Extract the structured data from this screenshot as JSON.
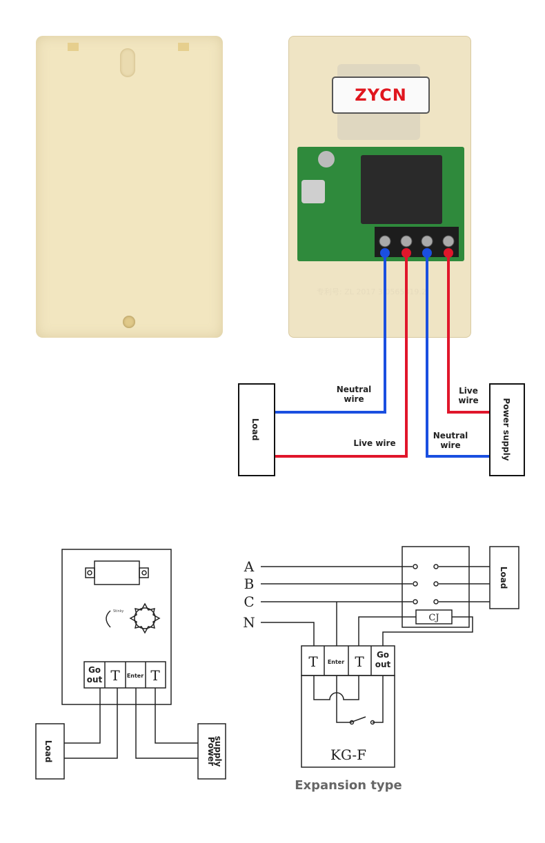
{
  "photo": {
    "brand_logo": "ZYCN",
    "patent_text": "专利号: ZL 2017 3 0565819.2"
  },
  "wiring_photo": {
    "load_label": "Load",
    "power_label": "Power supply",
    "neutral_wire_left": [
      "Neutral",
      "wire"
    ],
    "live_wire_left": "Live wire",
    "live_wire_right": [
      "Live",
      "wire"
    ],
    "neutral_wire_right": [
      "Neutral",
      "wire"
    ],
    "colors": {
      "neutral": "#1a4fe0",
      "live": "#e0162b"
    }
  },
  "basic_diagram": {
    "terminals": [
      "Go",
      "out",
      "T",
      "Enter",
      "T"
    ],
    "load_label": "Load",
    "power_label": [
      "Power",
      "supply"
    ],
    "knob_label": "Stinky"
  },
  "expansion_diagram": {
    "phases": [
      "A",
      "B",
      "C",
      "N"
    ],
    "load_label": "Load",
    "contactor_label": "CJ",
    "terminals": [
      "T",
      "Enter",
      "T",
      "Go",
      "out"
    ],
    "device_label": "KG-F",
    "caption": "Expansion type"
  }
}
